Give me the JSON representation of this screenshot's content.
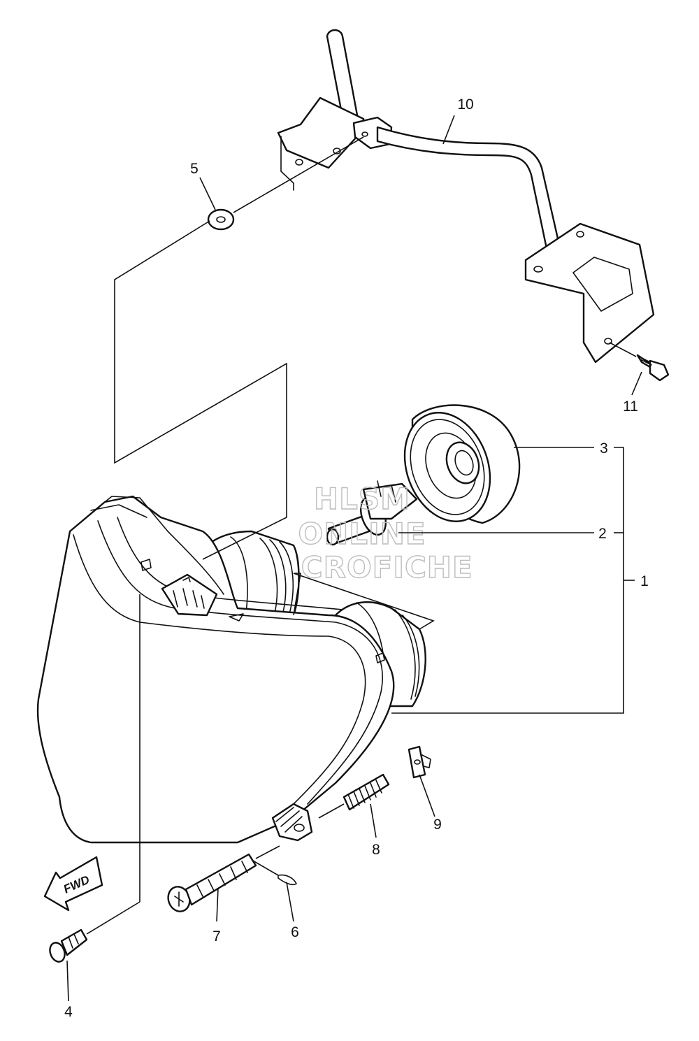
{
  "callouts": {
    "c1": "1",
    "c2": "2",
    "c3": "3",
    "c4": "4",
    "c5": "5",
    "c6": "6",
    "c7": "7",
    "c8": "8",
    "c9": "9",
    "c10": "10",
    "c11": "11"
  },
  "direction_arrow": {
    "label": "FWD"
  },
  "watermark": {
    "line1": "HLSM",
    "line2": "ONLINE",
    "line3": "MICROFICHE"
  },
  "colors": {
    "ink": "#111111",
    "watermark": "#bdbdbd",
    "background": "#ffffff"
  }
}
